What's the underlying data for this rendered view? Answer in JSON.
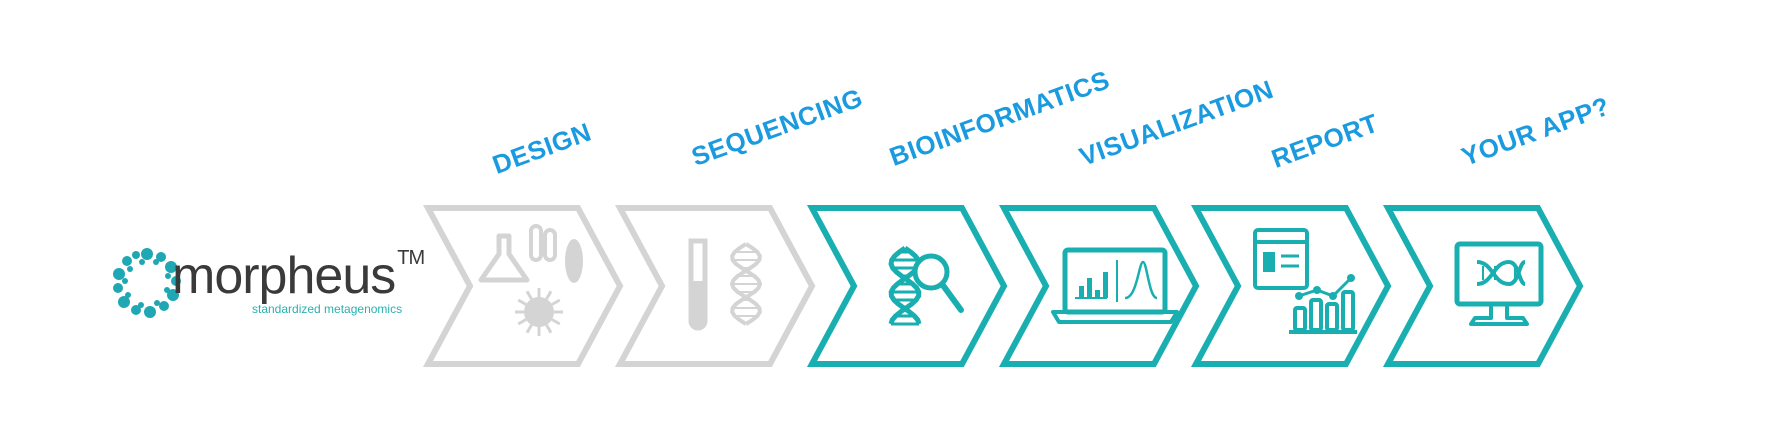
{
  "brand": {
    "name": "morpheus",
    "trademark": "TM",
    "tagline": "standardized metagenomics",
    "logo_color": "#1fa8b3"
  },
  "label_color": "#1a9be0",
  "colors": {
    "inactive": "#d4d4d4",
    "active": "#19aeb0"
  },
  "steps": [
    {
      "label": "DESIGN",
      "state": "inactive",
      "icon": "lab-flask-virus-bacteria-icon"
    },
    {
      "label": "SEQUENCING",
      "state": "inactive",
      "icon": "test-tube-dna-icon"
    },
    {
      "label": "BIOINFORMATICS",
      "state": "active",
      "icon": "dna-magnifier-icon"
    },
    {
      "label": "VISUALIZATION",
      "state": "active",
      "icon": "laptop-charts-icon"
    },
    {
      "label": "REPORT",
      "state": "active",
      "icon": "report-bar-chart-icon"
    },
    {
      "label": "YOUR APP?",
      "state": "active",
      "icon": "monitor-dna-icon"
    }
  ]
}
